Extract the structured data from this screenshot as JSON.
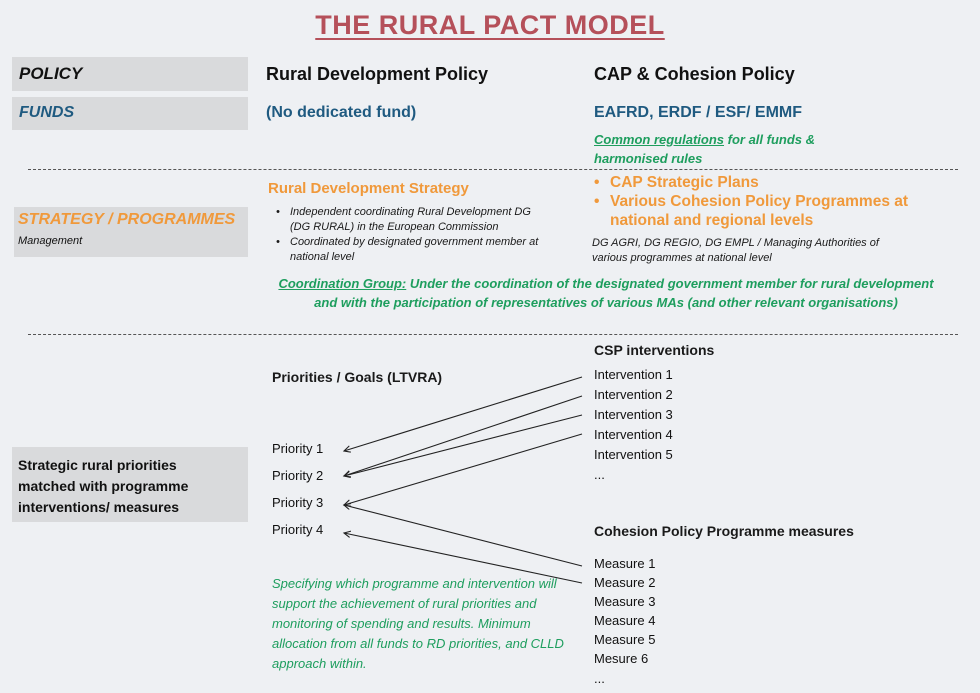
{
  "title": "THE RURAL PACT MODEL",
  "labels": {
    "policy": "POLICY",
    "funds": "FUNDS",
    "strategy": "STRATEGY / PROGRAMMES",
    "management": "Management",
    "strategic": [
      "Strategic rural priorities",
      "matched with programme",
      "interventions/ measures"
    ]
  },
  "policy": {
    "rural": "Rural Development Policy",
    "cap": "CAP & Cohesion Policy"
  },
  "funds": {
    "rural": "(No dedicated fund)",
    "cap": "EAFRD, ERDF / ESF/ EMMF",
    "common_link": "Common regulations",
    "common_rest": " for all funds &",
    "common_line2": "harmonised rules"
  },
  "strategy": {
    "rural_title": "Rural Development Strategy",
    "rural_bullets": [
      "Independent coordinating Rural Development DG (DG RURAL) in the European Commission",
      "Coordinated by designated government member at national level"
    ],
    "cap_bullets": [
      "CAP Strategic Plans",
      "Various Cohesion Policy Programmes at national and regional levels"
    ],
    "cap_note": "DG AGRI, DG REGIO, DG EMPL / Managing Authorities of various programmes at national level",
    "coord_link": "Coordination Group:",
    "coord_text": " Under the coordination of the designated government member for rural development and with the participation of representatives of various MAs (and other relevant organisations)"
  },
  "matching": {
    "priorities_title": "Priorities / Goals (LTVRA)",
    "priorities": [
      "Priority 1",
      "Priority 2",
      "Priority 3",
      "Priority 4"
    ],
    "csp_title": "CSP interventions",
    "interventions": [
      "Intervention 1",
      "Intervention 2",
      "Intervention 3",
      "Intervention 4",
      "Intervention 5",
      "..."
    ],
    "cohesion_title": "Cohesion Policy Programme measures",
    "measures": [
      "Measure 1",
      "Measure 2",
      "Measure 3",
      "Measure 4",
      "Measure 5",
      "Mesure 6",
      "..."
    ],
    "note": "Specifying which programme and intervention will support the achievement of rural priorities and monitoring of spending and results. Minimum allocation from all funds to RD priorities, and CLLD approach within."
  },
  "colors": {
    "title": "#b5505a",
    "funds_blue": "#1f5a80",
    "orange": "#f0993b",
    "green": "#1e9e5e",
    "label_box": "#d9dadc",
    "background": "#eef0f3"
  }
}
